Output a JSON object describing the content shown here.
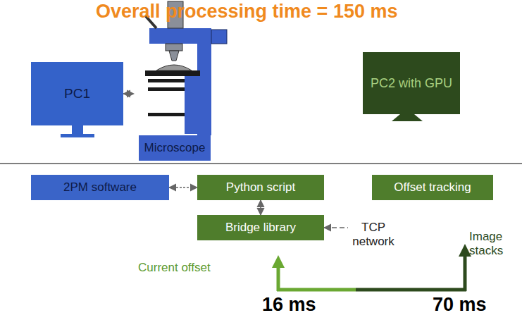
{
  "diagram": {
    "title": "Overall processing time = 150 ms",
    "nodes": [
      {
        "text": [
          "PC1"
        ]
      },
      {
        "text": [
          "Microscope"
        ]
      },
      {
        "text": [
          "PC2 with GPU"
        ]
      },
      {
        "text": [
          "2PM software"
        ]
      },
      {
        "text": [
          "Python script"
        ]
      },
      {
        "text": [
          "Offset tracking"
        ]
      },
      {
        "text": [
          "Bridge library"
        ]
      }
    ],
    "edges": [
      {
        "from": 0,
        "to": 1,
        "arrow": "both"
      },
      {
        "from": 3,
        "to": 4,
        "arrow": "both"
      },
      {
        "from": 4,
        "to": 6,
        "arrow": "both"
      },
      {
        "from": 6,
        "to": 5,
        "label": "TCP network",
        "arrow": "both"
      }
    ],
    "labels": [
      "Current offset",
      "Image stacks",
      "16 ms",
      "70 ms"
    ]
  }
}
